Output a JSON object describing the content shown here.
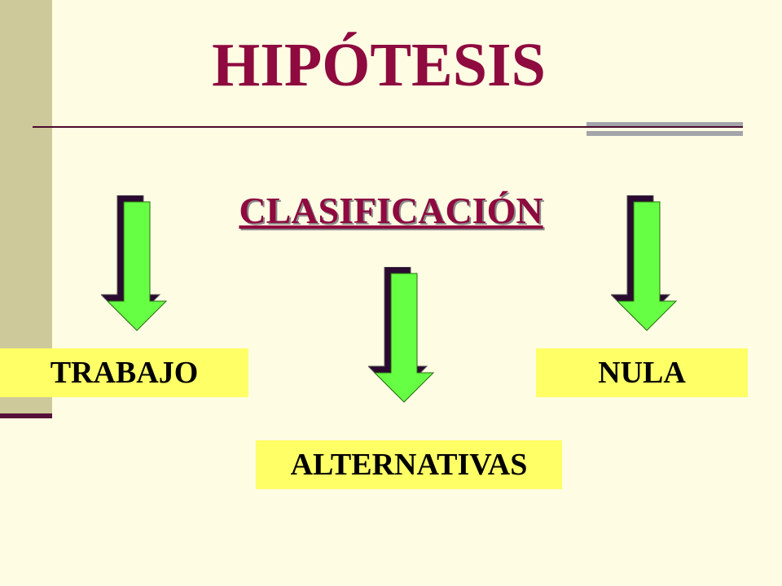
{
  "title": "HIPÓTESIS",
  "subtitle": "CLASIFICACIÓN",
  "categories": [
    {
      "label": "TRABAJO"
    },
    {
      "label": "ALTERNATIVAS"
    },
    {
      "label": "NULA"
    }
  ],
  "colors": {
    "title": "#8e0a3f",
    "arrow_fill": "#66ff44",
    "arrow_shadow": "#2a0a30",
    "box_fill": "#ffff66",
    "background": "#fefde3",
    "left_bar": "#cdc99a"
  },
  "icons": {
    "arrow": "down-arrow-icon"
  }
}
